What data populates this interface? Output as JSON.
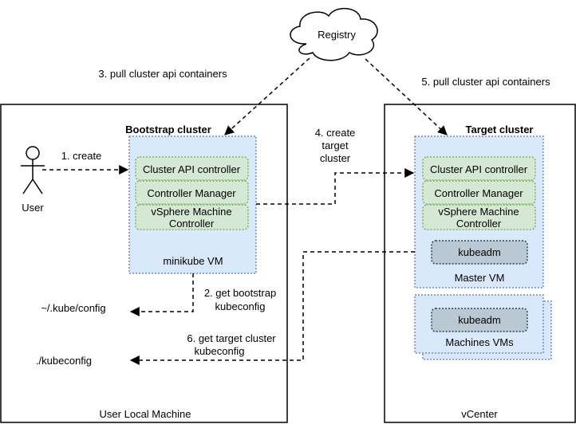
{
  "cloud": {
    "label": "Registry"
  },
  "user": {
    "label": "User"
  },
  "containers": {
    "local": {
      "label": "User Local Machine"
    },
    "vcenter": {
      "label": "vCenter"
    }
  },
  "bootstrap": {
    "title": "Bootstrap cluster",
    "vm_label": "minikube VM",
    "components": [
      "Cluster API controller",
      "Controller Manager",
      "vSphere Machine",
      "Controller"
    ]
  },
  "target": {
    "title": "Target cluster",
    "vm_label": "Master VM",
    "components": [
      "Cluster API controller",
      "Controller Manager",
      "vSphere Machine",
      "Controller"
    ],
    "kubeadm": "kubeadm"
  },
  "machines": {
    "label": "Machines VMs",
    "kubeadm": "kubeadm"
  },
  "files": {
    "kube_config": "~/.kube/config",
    "kubeconfig": "./kubeconfig"
  },
  "edges": {
    "create": "1. create",
    "get_bootstrap": [
      "2. get bootstrap",
      "kubeconfig"
    ],
    "pull_3": "3. pull cluster api containers",
    "create_target": [
      "4. create",
      "target",
      "cluster"
    ],
    "pull_5": "5. pull cluster api containers",
    "get_target": [
      "6. get target cluster",
      "kubeconfig"
    ]
  },
  "colors": {
    "vm_fill": "#dae8fc",
    "vm_stroke": "#6c8ebf",
    "component_fill": "#d5e8d4",
    "component_stroke": "#82b366",
    "kubeadm_fill": "#bac8d3",
    "kubeadm_stroke": "#23445d"
  }
}
